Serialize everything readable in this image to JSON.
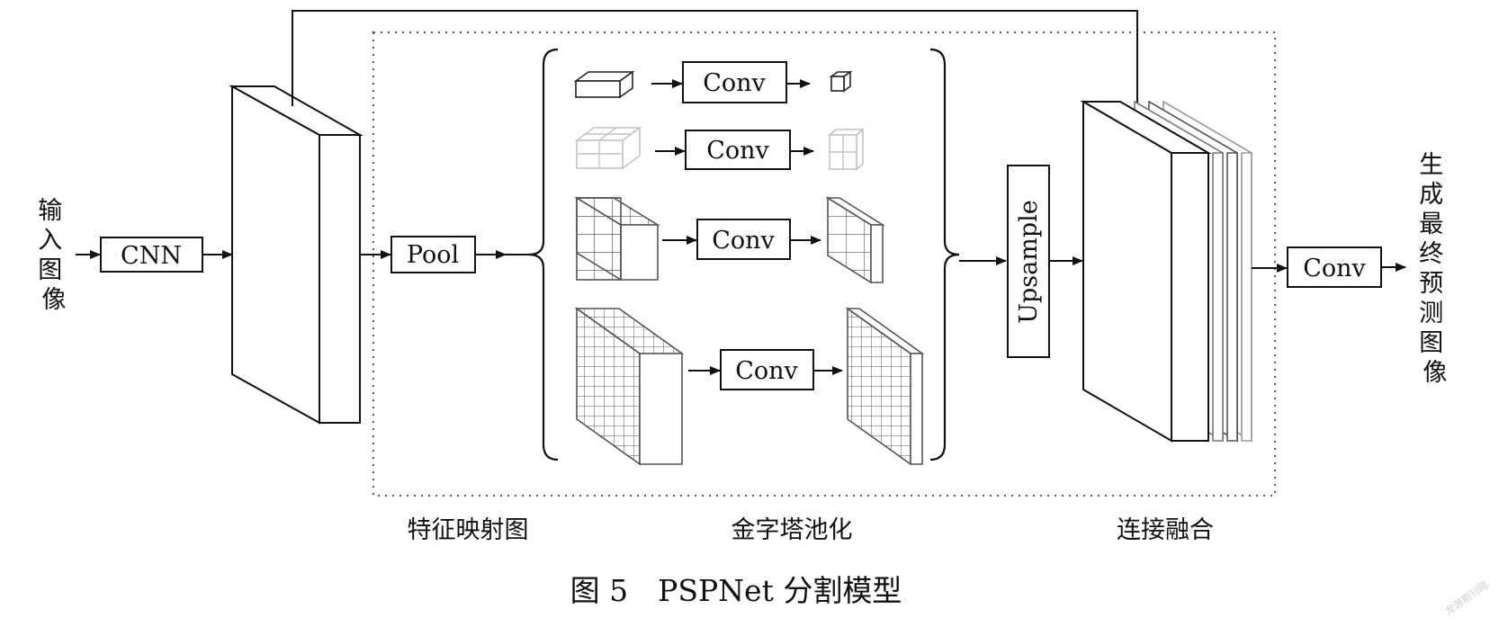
{
  "diagram": {
    "input_label": [
      "输",
      "入",
      "图",
      "像"
    ],
    "output_label": [
      "生",
      "成",
      "最",
      "终",
      "预",
      "测",
      "图",
      "像"
    ],
    "cnn_label": "CNN",
    "pool_label": "Pool",
    "conv_labels": [
      "Conv",
      "Conv",
      "Conv",
      "Conv"
    ],
    "upsample_label": "Upsample",
    "final_conv_label": "Conv",
    "captions": [
      "特征映射图",
      "金字塔池化",
      "连接融合"
    ],
    "figure_title": "图 5　PSPNet 分割模型",
    "watermark": "龙源期刊网"
  }
}
